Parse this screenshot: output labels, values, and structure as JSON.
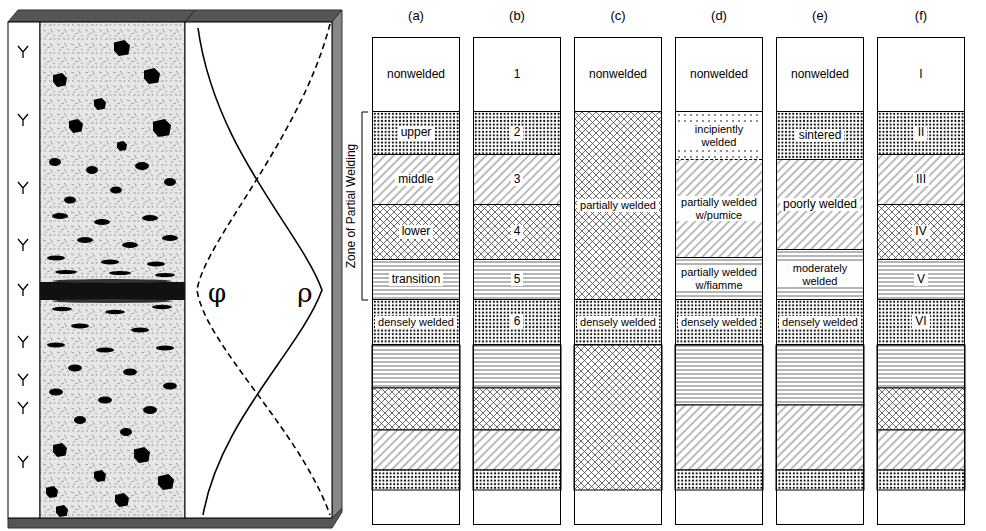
{
  "diagram": {
    "nodes": [
      {
        "text": [
          "(a)"
        ]
      },
      {
        "text": [
          "nonwelded"
        ],
        "in": 0
      },
      {
        "text": [
          "upper"
        ],
        "in": 0
      },
      {
        "text": [
          "middle"
        ],
        "in": 0
      },
      {
        "text": [
          "lower"
        ],
        "in": 0
      },
      {
        "text": [
          "transition"
        ],
        "in": 0
      },
      {
        "text": [
          "densely welded"
        ],
        "in": 0
      },
      {
        "text": [
          "(b)"
        ]
      },
      {
        "text": [
          "1"
        ],
        "in": 7
      },
      {
        "text": [
          "2"
        ],
        "in": 7
      },
      {
        "text": [
          "3"
        ],
        "in": 7
      },
      {
        "text": [
          "4"
        ],
        "in": 7
      },
      {
        "text": [
          "5"
        ],
        "in": 7
      },
      {
        "text": [
          "6"
        ],
        "in": 7
      },
      {
        "text": [
          "(c)"
        ]
      },
      {
        "text": [
          "nonwelded"
        ],
        "in": 14
      },
      {
        "text": [
          "partially welded"
        ],
        "in": 14
      },
      {
        "text": [
          "densely welded"
        ],
        "in": 14
      },
      {
        "text": [
          "(d)"
        ]
      },
      {
        "text": [
          "nonwelded"
        ],
        "in": 18
      },
      {
        "text": [
          "incipiently welded"
        ],
        "in": 18
      },
      {
        "text": [
          "partially welded w/pumice"
        ],
        "in": 18
      },
      {
        "text": [
          "partially welded w/fiamme"
        ],
        "in": 18
      },
      {
        "text": [
          "densely welded"
        ],
        "in": 18
      },
      {
        "text": [
          "(e)"
        ]
      },
      {
        "text": [
          "nonwelded"
        ],
        "in": 24
      },
      {
        "text": [
          "sintered"
        ],
        "in": 24
      },
      {
        "text": [
          "poorly welded"
        ],
        "in": 24
      },
      {
        "text": [
          "moderately welded"
        ],
        "in": 24
      },
      {
        "text": [
          "densely welded"
        ],
        "in": 24
      },
      {
        "text": [
          "(f)"
        ]
      },
      {
        "text": [
          "I"
        ],
        "in": 30
      },
      {
        "text": [
          "II"
        ],
        "in": 30
      },
      {
        "text": [
          "III"
        ],
        "in": 30
      },
      {
        "text": [
          "IV"
        ],
        "in": 30
      },
      {
        "text": [
          "V"
        ],
        "in": 30
      },
      {
        "text": [
          "VI"
        ],
        "in": 30
      }
    ],
    "labels": [
      "Zone of Partial Welding",
      "φ",
      "ρ"
    ]
  }
}
